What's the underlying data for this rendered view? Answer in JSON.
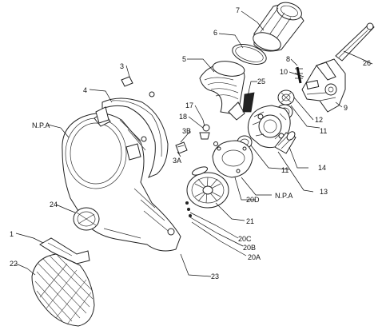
{
  "callouts": {
    "c1": "1",
    "c3": "3",
    "c3a": "3A",
    "c3b": "3B",
    "c4": "4",
    "c5": "5",
    "c6": "6",
    "c7": "7",
    "c8": "8",
    "c9": "9",
    "c10": "10",
    "c11a": "11",
    "c11b": "11",
    "c12": "12",
    "c13": "13",
    "c14": "14",
    "c17": "17",
    "c18": "18",
    "c20a": "20A",
    "c20b": "20B",
    "c20c": "20C",
    "c20d": "20D",
    "c21": "21",
    "c22": "22",
    "c23": "23",
    "c24": "24",
    "c25": "25",
    "c26": "26",
    "npa_left": "N.P.A",
    "npa_right": "N.P.A"
  }
}
